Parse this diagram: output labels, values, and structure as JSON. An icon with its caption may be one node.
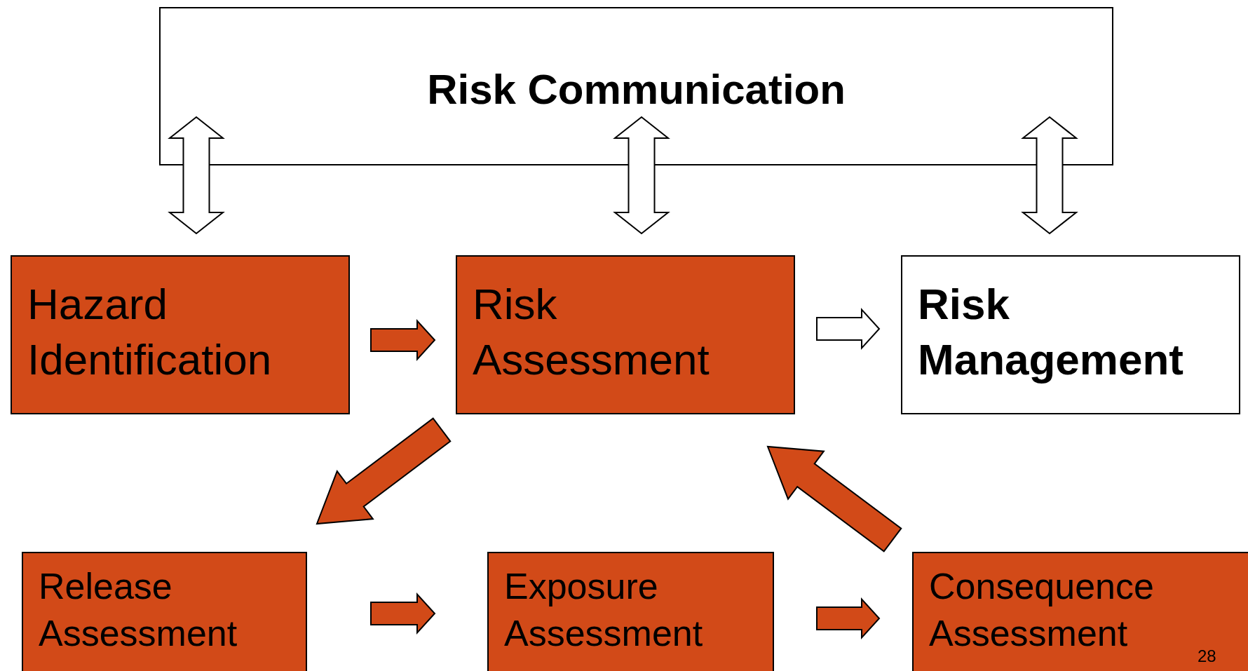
{
  "diagram": {
    "nodes": [
      {
        "text": [
          "Risk Communication"
        ]
      },
      {
        "text": [
          "Hazard Identification"
        ]
      },
      {
        "text": [
          "Risk Assessment"
        ]
      },
      {
        "text": [
          "Risk Management"
        ]
      },
      {
        "text": [
          "Release Assessment"
        ]
      },
      {
        "text": [
          "Exposure Assessment"
        ]
      },
      {
        "text": [
          "Consequence Assessment"
        ]
      }
    ],
    "edges": [
      {
        "from": 0,
        "to": 1,
        "arrow": "both",
        "color": "#ffffff"
      },
      {
        "from": 0,
        "to": 2,
        "arrow": "both",
        "color": "#ffffff"
      },
      {
        "from": 0,
        "to": 3,
        "arrow": "both",
        "color": "#ffffff"
      },
      {
        "from": 1,
        "to": 2,
        "arrow": "to"
      },
      {
        "from": 2,
        "to": 3,
        "arrow": "to",
        "color": "#ffffff"
      },
      {
        "from": 2,
        "to": 4,
        "arrow": "to"
      },
      {
        "from": 4,
        "to": 5,
        "arrow": "to"
      },
      {
        "from": 5,
        "to": 6,
        "arrow": "to"
      },
      {
        "from": 6,
        "to": 2,
        "arrow": "to"
      }
    ],
    "labels": [
      "28"
    ]
  }
}
